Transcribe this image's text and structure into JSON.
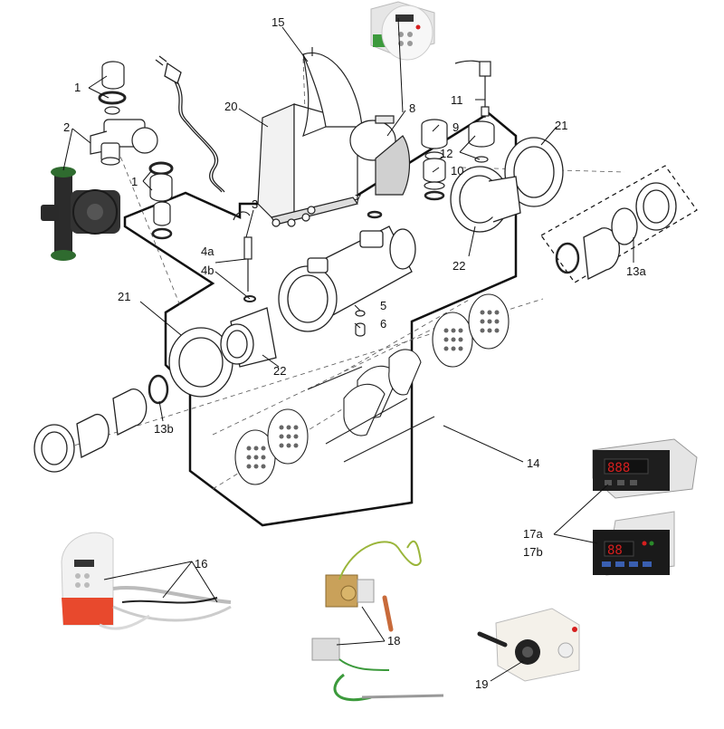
{
  "diagram": {
    "labels": {
      "l1a": "1",
      "l1b": "1",
      "l2": "2",
      "l3": "3",
      "l4a": "4a",
      "l4b": "4b",
      "l5": "5",
      "l6": "6",
      "l7": "7",
      "l8": "8",
      "l9": "9",
      "l10": "10",
      "l11": "11",
      "l12": "12",
      "l13a": "13a",
      "l13b": "13b",
      "l14": "14",
      "l15": "15",
      "l16": "16",
      "l17a": "17a",
      "l17b": "17b",
      "l18": "18",
      "l19": "19",
      "l20": "20",
      "l21a": "21",
      "l21b": "21",
      "l22a": "22",
      "l22b": "22"
    },
    "display_digits": {
      "d17a": "888",
      "d17b": "88"
    }
  },
  "colors": {
    "line": "#111111",
    "pump_green": "#2f6b2f",
    "pump_dark": "#222222",
    "red_panel": "#e8492d",
    "led_red": "#d61f1f",
    "cable_green": "#3c9a3c",
    "brass": "#c9a15a"
  }
}
